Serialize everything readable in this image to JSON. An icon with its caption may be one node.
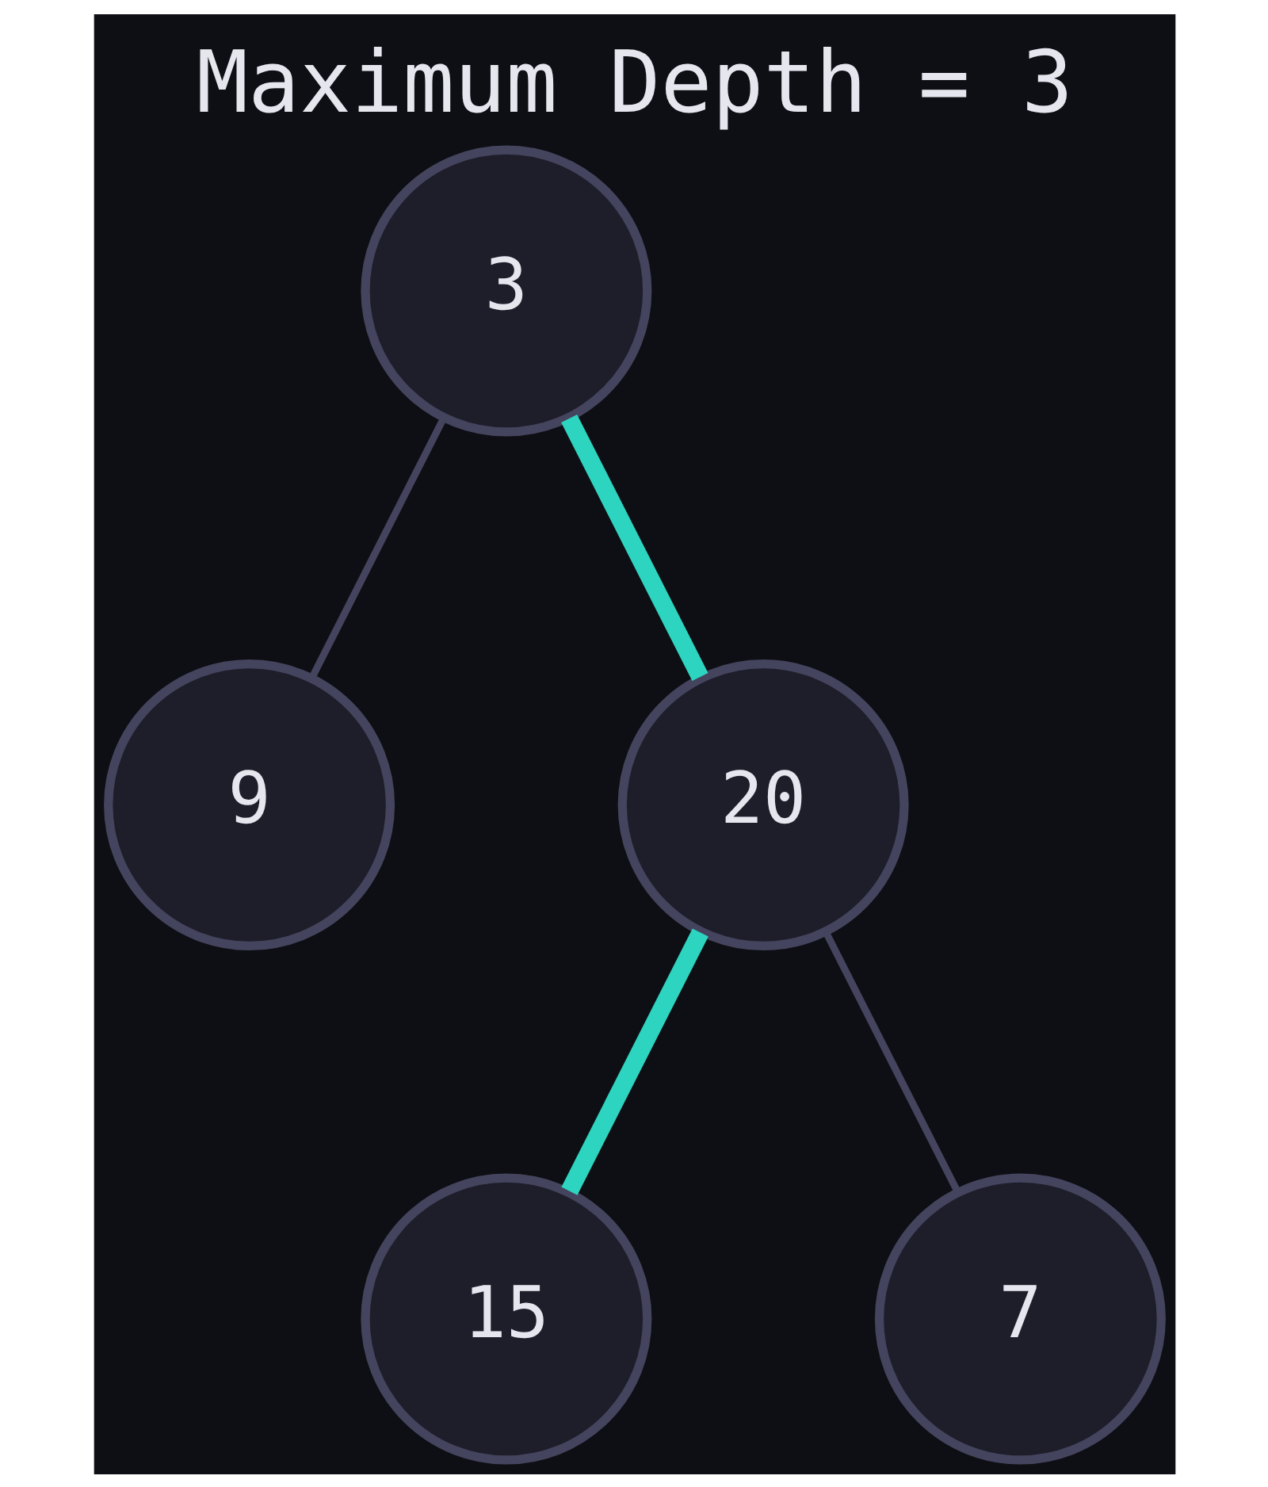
{
  "diagram": {
    "title": "Maximum Depth = 3",
    "nodes": [
      {
        "text": [
          "3"
        ]
      },
      {
        "text": [
          "9"
        ]
      },
      {
        "text": [
          "20"
        ]
      },
      {
        "text": [
          "15"
        ]
      },
      {
        "text": [
          "7"
        ]
      }
    ],
    "edges": [
      {
        "from": 0,
        "to": 1,
        "arrow": "none"
      },
      {
        "from": 0,
        "to": 2,
        "arrow": "none",
        "style": "thick",
        "color": "#2dd4bf"
      },
      {
        "from": 2,
        "to": 3,
        "arrow": "none",
        "style": "thick",
        "color": "#2dd4bf"
      },
      {
        "from": 2,
        "to": 4,
        "arrow": "none"
      }
    ]
  }
}
